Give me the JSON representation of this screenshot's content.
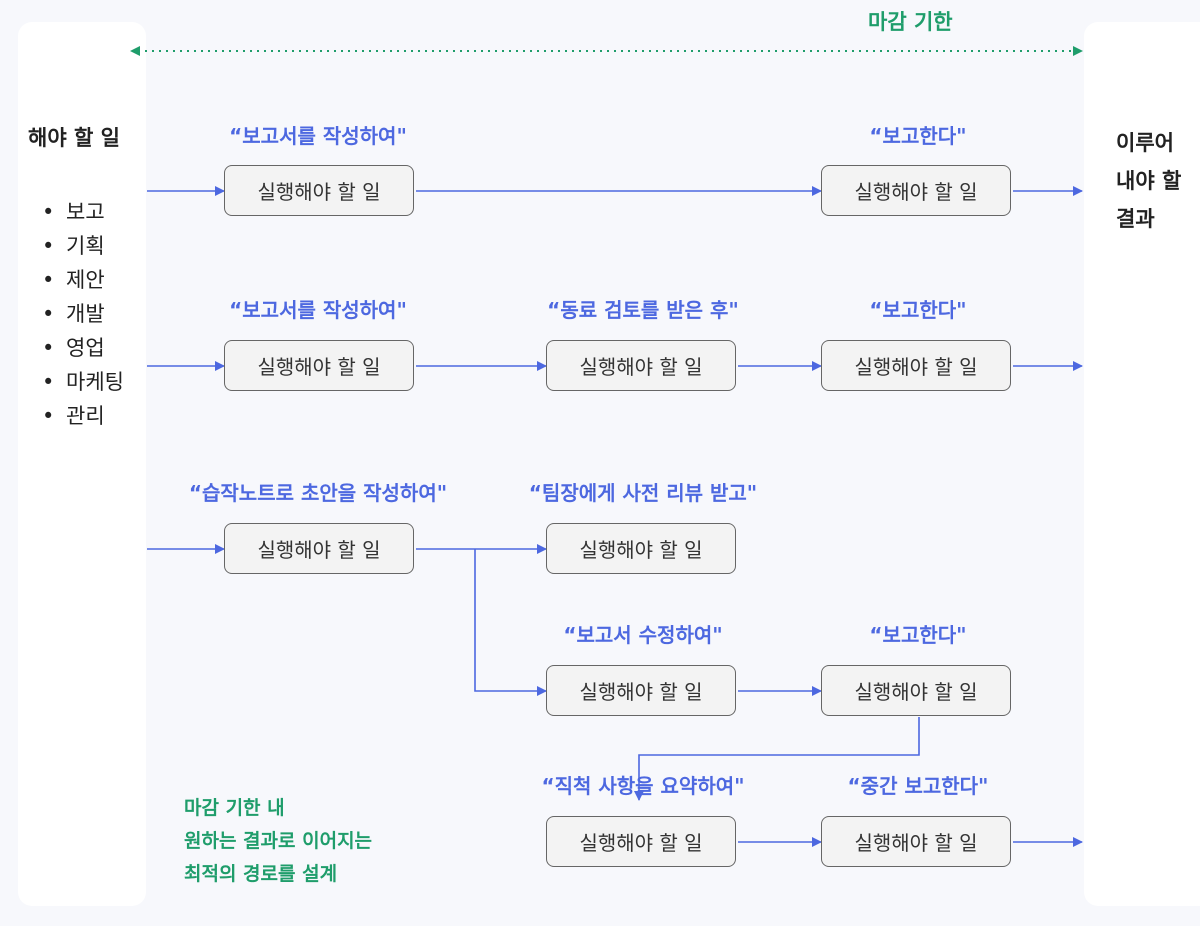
{
  "deadline_label": "마감 기한",
  "left_panel": {
    "title": "해야 할 일",
    "items": [
      "보고",
      "기획",
      "제안",
      "개발",
      "영업",
      "마케팅",
      "관리"
    ]
  },
  "right_panel": {
    "lines": [
      "이루어",
      "내야 할",
      "결과"
    ]
  },
  "note_lines": [
    "마감 기한 내",
    "원하는 결과로 이어지는",
    "최적의 경로를 설계"
  ],
  "task_box_label": "실행해야 할 일",
  "quotes": {
    "r1a": "“보고서를 작성하여\"",
    "r1b": "“보고한다\"",
    "r2a": "“보고서를 작성하여\"",
    "r2b": "“동료 검토를 받은 후\"",
    "r2c": "“보고한다\"",
    "r3a": "“습작노트로 초안을 작성하여\"",
    "r3b": "“팀장에게 사전 리뷰 받고\"",
    "r4a": "“보고서 수정하여\"",
    "r4b": "“보고한다\"",
    "r5a": "“직척 사항을 요약하여\"",
    "r5b": "“중간 보고한다\""
  },
  "colors": {
    "arrow": "#4d68e0",
    "quote": "#4d68e0",
    "accent_green": "#1f9d6b",
    "box_border": "#666666",
    "box_fill": "#f3f3f3"
  }
}
